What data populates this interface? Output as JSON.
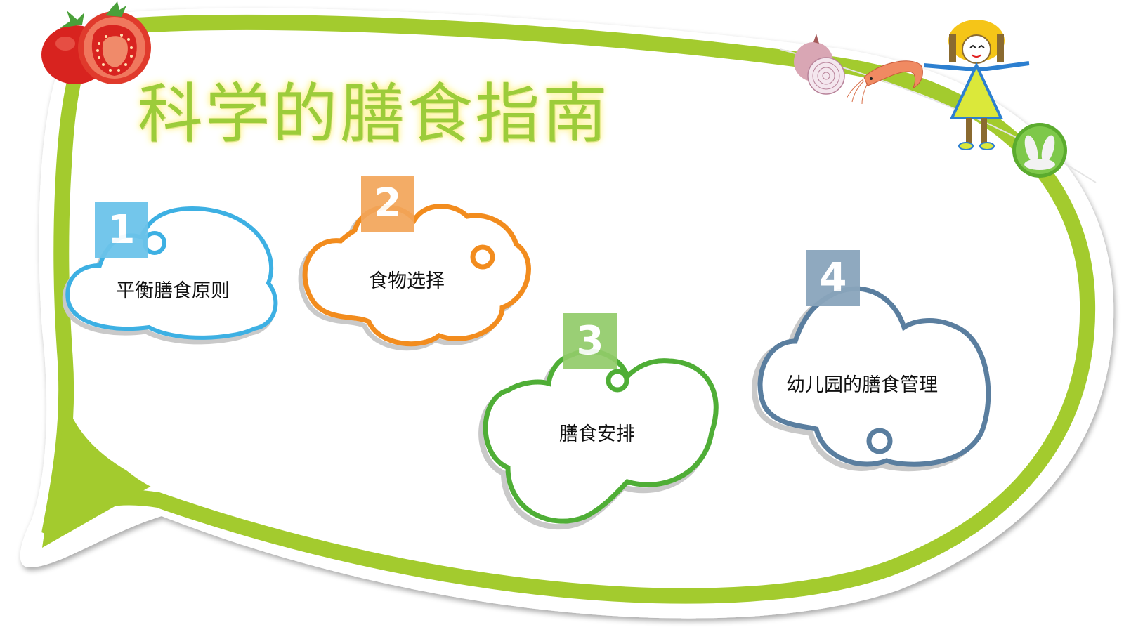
{
  "slide": {
    "title": "科学的膳食指南",
    "colors": {
      "frame_green": "#a3cb2e",
      "title_green": "#9ccc3a",
      "title_glow": "#fdf08a"
    }
  },
  "topics": [
    {
      "number": "1",
      "label": "平衡膳食原则",
      "color": "#3db0e3",
      "badge_color": "#6cc3ea"
    },
    {
      "number": "2",
      "label": "食物选择",
      "color": "#f28c1e",
      "badge_color": "#f3a65a"
    },
    {
      "number": "3",
      "label": "膳食安排",
      "color": "#4fae36",
      "badge_color": "#92cc6a"
    },
    {
      "number": "4",
      "label": "幼儿园的膳食管理",
      "color": "#5a7e9f",
      "badge_color": "#8aa5bc"
    }
  ],
  "decorations": {
    "top_left": "tomato-illustration",
    "top_right": [
      "onion-illustration",
      "shrimp-illustration",
      "girl-drawing",
      "bunny-badge"
    ]
  }
}
